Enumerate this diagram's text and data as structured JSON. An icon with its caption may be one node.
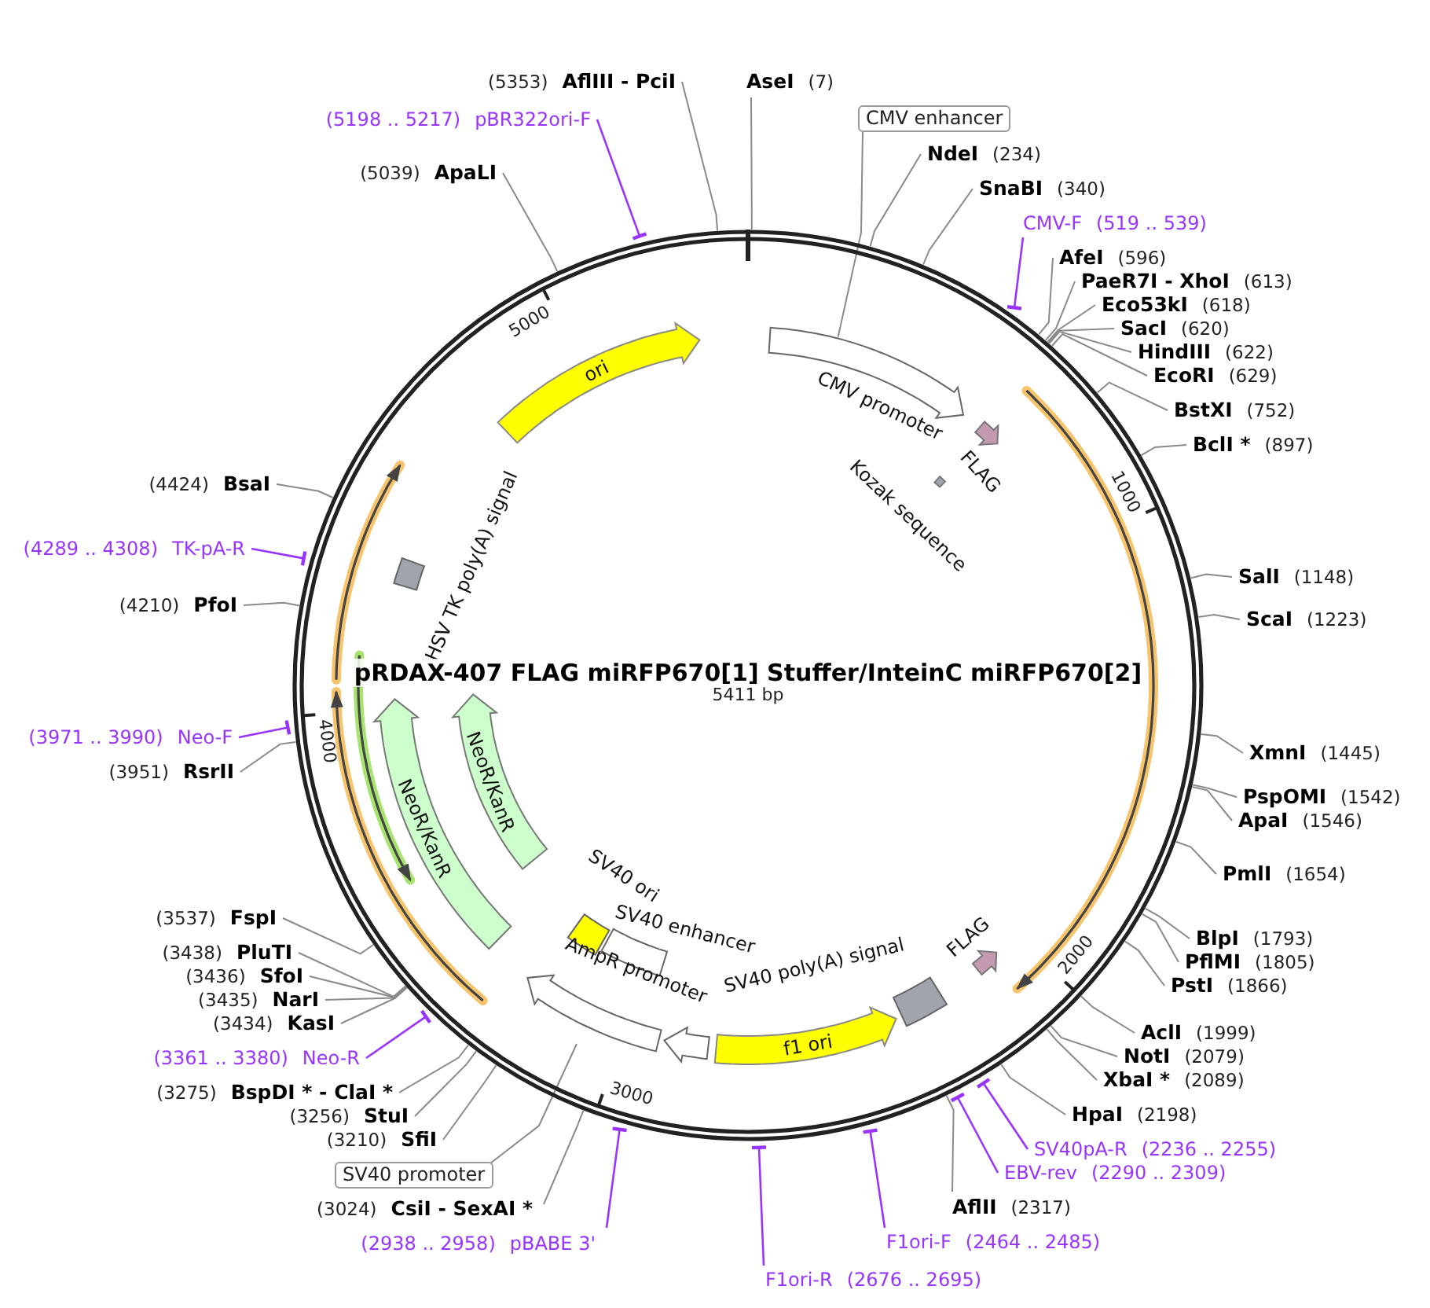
{
  "diagram": {
    "title": "pRDAX-407 FLAG miRFP670[1] Stuffer/InteinC miRFP670[2]",
    "nodes": [
      {
        "text": [
          "(5353)",
          "AflIII - PciI"
        ]
      },
      {
        "text": [
          "AseI",
          "(7)"
        ]
      },
      {
        "text": [
          "(5198 .. 5217)",
          "pBR322ori-F"
        ]
      },
      {
        "text": [
          "CMV enhancer"
        ]
      },
      {
        "text": [
          "(5039)",
          "ApaLI"
        ]
      },
      {
        "text": [
          "NdeI",
          "(234)"
        ]
      },
      {
        "text": [
          "SnaBI",
          "(340)"
        ]
      },
      {
        "text": [
          "CMV-F",
          "(519 .. 539)"
        ]
      },
      {
        "text": [
          "AfeI",
          "(596)"
        ]
      },
      {
        "text": [
          "PaeR7I - XhoI",
          "(613)"
        ]
      },
      {
        "text": [
          "Eco53kI",
          "(618)"
        ]
      },
      {
        "text": [
          "SacI",
          "(620)"
        ]
      },
      {
        "text": [
          "HindIII",
          "(622)"
        ]
      },
      {
        "text": [
          "EcoRI",
          "(629)"
        ]
      },
      {
        "text": [
          "BstXI",
          "(752)"
        ]
      },
      {
        "text": [
          "BclI *",
          "(897)"
        ]
      },
      {
        "text": [
          "SalI",
          "(1148)"
        ]
      },
      {
        "text": [
          "ScaI",
          "(1223)"
        ]
      },
      {
        "text": [
          "XmnI",
          "(1445)"
        ]
      },
      {
        "text": [
          "PspOMI",
          "(1542)"
        ]
      },
      {
        "text": [
          "ApaI",
          "(1546)"
        ]
      },
      {
        "text": [
          "PmlI",
          "(1654)"
        ]
      },
      {
        "text": [
          "BlpI",
          "(1793)"
        ]
      },
      {
        "text": [
          "PflMI",
          "(1805)"
        ]
      },
      {
        "text": [
          "PstI",
          "(1866)"
        ]
      },
      {
        "text": [
          "AclI",
          "(1999)"
        ]
      },
      {
        "text": [
          "NotI",
          "(2079)"
        ]
      },
      {
        "text": [
          "XbaI *",
          "(2089)"
        ]
      },
      {
        "text": [
          "HpaI",
          "(2198)"
        ]
      },
      {
        "text": [
          "SV40pA-R",
          "(2236 .. 2255)"
        ]
      },
      {
        "text": [
          "EBV-rev",
          "(2290 .. 2309)"
        ]
      },
      {
        "text": [
          "AflII",
          "(2317)"
        ]
      },
      {
        "text": [
          "F1ori-F",
          "(2464 .. 2485)"
        ]
      },
      {
        "text": [
          "F1ori-R",
          "(2676 .. 2695)"
        ]
      },
      {
        "text": [
          "(2938 .. 2958)",
          "pBABE 3'"
        ]
      },
      {
        "text": [
          "(3024)",
          "CsiI - SexAI *"
        ]
      },
      {
        "text": [
          "SV40 promoter"
        ]
      },
      {
        "text": [
          "(3210)",
          "SfiI"
        ]
      },
      {
        "text": [
          "(3256)",
          "StuI"
        ]
      },
      {
        "text": [
          "(3275)",
          "BspDI * - ClaI *"
        ]
      },
      {
        "text": [
          "(3361 .. 3380)",
          "Neo-R"
        ]
      },
      {
        "text": [
          "(3434)",
          "KasI"
        ]
      },
      {
        "text": [
          "(3435)",
          "NarI"
        ]
      },
      {
        "text": [
          "(3436)",
          "SfoI"
        ]
      },
      {
        "text": [
          "(3438)",
          "PluTI"
        ]
      },
      {
        "text": [
          "(3537)",
          "FspI"
        ]
      },
      {
        "text": [
          "(3951)",
          "RsrII"
        ]
      },
      {
        "text": [
          "(3971 .. 3990)",
          "Neo-F"
        ]
      },
      {
        "text": [
          "(4210)",
          "PfoI"
        ]
      },
      {
        "text": [
          "(4289 .. 4308)",
          "TK-pA-R"
        ]
      },
      {
        "text": [
          "(4424)",
          "BsaI"
        ]
      },
      {
        "text": [
          "ori"
        ],
        "in": 69
      },
      {
        "text": [
          "CMV promoter"
        ],
        "in": 69
      },
      {
        "text": [
          "FLAG"
        ],
        "in": 69
      },
      {
        "text": [
          "Kozak sequence"
        ],
        "in": 69
      },
      {
        "text": [
          "HSV TK poly(A) signal"
        ],
        "in": 69
      },
      {
        "text": [
          "NeoR/KanR"
        ],
        "in": 69
      },
      {
        "text": [
          "NeoR/KanR"
        ],
        "in": 69
      },
      {
        "text": [
          "SV40 ori"
        ],
        "in": 69
      },
      {
        "text": [
          "SV40 enhancer"
        ],
        "in": 69
      },
      {
        "text": [
          "AmpR promoter"
        ],
        "in": 69
      },
      {
        "text": [
          "f1 ori"
        ],
        "in": 69
      },
      {
        "text": [
          "SV40 poly(A) signal"
        ],
        "in": 69
      },
      {
        "text": [
          "FLAG"
        ],
        "in": 69
      },
      {
        "text": [],
        "shape": "arrow",
        "in": 69
      },
      {
        "text": [],
        "shape": "arrow",
        "in": 69
      },
      {
        "text": [],
        "shape": "arrow",
        "in": 69
      },
      {
        "text": [],
        "shape": "arrow",
        "in": 69
      },
      {
        "text": [],
        "shape": "arrow",
        "in": 69
      },
      {
        "text": [],
        "shape": "circle"
      }
    ],
    "edges": [
      {
        "from": 0,
        "to": 69,
        "arrow": "none"
      },
      {
        "from": 1,
        "to": 69,
        "arrow": "none"
      },
      {
        "from": 2,
        "to": 69,
        "arrow": "other",
        "color": "#9933ff"
      },
      {
        "from": 3,
        "to": 52,
        "arrow": "none"
      },
      {
        "from": 4,
        "to": 69,
        "arrow": "none"
      },
      {
        "from": 5,
        "to": 69,
        "arrow": "none"
      },
      {
        "from": 6,
        "to": 69,
        "arrow": "none"
      },
      {
        "from": 7,
        "to": 69,
        "arrow": "other",
        "color": "#9933ff"
      },
      {
        "from": 8,
        "to": 69,
        "arrow": "none"
      },
      {
        "from": 9,
        "to": 69,
        "arrow": "none"
      },
      {
        "from": 10,
        "to": 69,
        "arrow": "none"
      },
      {
        "from": 11,
        "to": 69,
        "arrow": "none"
      },
      {
        "from": 12,
        "to": 69,
        "arrow": "none"
      },
      {
        "from": 13,
        "to": 69,
        "arrow": "none"
      },
      {
        "from": 14,
        "to": 69,
        "arrow": "none"
      },
      {
        "from": 15,
        "to": 69,
        "arrow": "none"
      },
      {
        "from": 16,
        "to": 69,
        "arrow": "none"
      },
      {
        "from": 17,
        "to": 69,
        "arrow": "none"
      },
      {
        "from": 18,
        "to": 69,
        "arrow": "none"
      },
      {
        "from": 19,
        "to": 69,
        "arrow": "none"
      },
      {
        "from": 20,
        "to": 69,
        "arrow": "none"
      },
      {
        "from": 21,
        "to": 69,
        "arrow": "none"
      },
      {
        "from": 22,
        "to": 69,
        "arrow": "none"
      },
      {
        "from": 23,
        "to": 69,
        "arrow": "none"
      },
      {
        "from": 24,
        "to": 69,
        "arrow": "none"
      },
      {
        "from": 25,
        "to": 69,
        "arrow": "none"
      },
      {
        "from": 26,
        "to": 69,
        "arrow": "none"
      },
      {
        "from": 27,
        "to": 69,
        "arrow": "none"
      },
      {
        "from": 28,
        "to": 69,
        "arrow": "none"
      },
      {
        "from": 29,
        "to": 69,
        "arrow": "other",
        "color": "#9933ff"
      },
      {
        "from": 30,
        "to": 69,
        "arrow": "other",
        "color": "#9933ff"
      },
      {
        "from": 31,
        "to": 69,
        "arrow": "none"
      },
      {
        "from": 32,
        "to": 69,
        "arrow": "other",
        "color": "#9933ff"
      },
      {
        "from": 33,
        "to": 69,
        "arrow": "other",
        "color": "#9933ff"
      },
      {
        "from": 34,
        "to": 69,
        "arrow": "other",
        "color": "#9933ff"
      },
      {
        "from": 35,
        "to": 69,
        "arrow": "none"
      },
      {
        "from": 36,
        "to": 69,
        "arrow": "none"
      },
      {
        "from": 37,
        "to": 69,
        "arrow": "none"
      },
      {
        "from": 38,
        "to": 69,
        "arrow": "none"
      },
      {
        "from": 39,
        "to": 69,
        "arrow": "none"
      },
      {
        "from": 40,
        "to": 69,
        "arrow": "other",
        "color": "#9933ff"
      },
      {
        "from": 41,
        "to": 69,
        "arrow": "none"
      },
      {
        "from": 42,
        "to": 69,
        "arrow": "none"
      },
      {
        "from": 43,
        "to": 69,
        "arrow": "none"
      },
      {
        "from": 44,
        "to": 69,
        "arrow": "none"
      },
      {
        "from": 45,
        "to": 69,
        "arrow": "none"
      },
      {
        "from": 46,
        "to": 69,
        "arrow": "none"
      },
      {
        "from": 47,
        "to": 69,
        "arrow": "other",
        "color": "#9933ff"
      },
      {
        "from": 48,
        "to": 69,
        "arrow": "none"
      },
      {
        "from": 49,
        "to": 69,
        "arrow": "other",
        "color": "#9933ff"
      },
      {
        "from": 50,
        "to": 69,
        "arrow": "none"
      }
    ],
    "labels": [
      "5411 bp",
      "1000",
      "2000",
      "3000",
      "4000",
      "5000"
    ]
  }
}
